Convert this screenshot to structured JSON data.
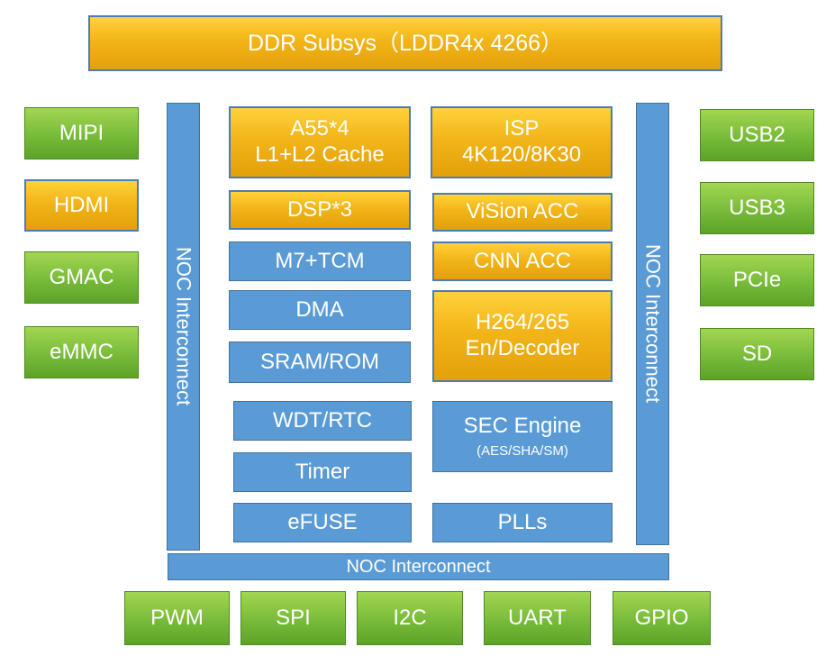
{
  "ddr": "DDR Subsys（LDDR4x 4266）",
  "left_io": [
    "MIPI",
    "HDMI",
    "GMAC",
    "eMMC"
  ],
  "right_io": [
    "USB2",
    "USB3",
    "PCIe",
    "SD"
  ],
  "bottom_io": [
    "PWM",
    "SPI",
    "I2C",
    "UART",
    "GPIO"
  ],
  "noc_left": "NOC Interconnect",
  "noc_right": "NOC Interconnect",
  "noc_bottom": "NOC Interconnect",
  "core": {
    "a55_line1": "A55*4",
    "a55_line2": "L1+L2 Cache",
    "isp_line1": "ISP",
    "isp_line2": "4K120/8K30",
    "dsp": "DSP*3",
    "vision": "ViSion ACC",
    "m7": "M7+TCM",
    "cnn": "CNN ACC",
    "dma": "DMA",
    "codec_line1": "H264/265",
    "codec_line2": "En/Decoder",
    "sram": "SRAM/ROM",
    "wdt": "WDT/RTC",
    "sec_line1": "SEC Engine",
    "sec_line2": "(AES/SHA/SM)",
    "timer": "Timer",
    "efuse": "eFUSE",
    "plls": "PLLs"
  }
}
